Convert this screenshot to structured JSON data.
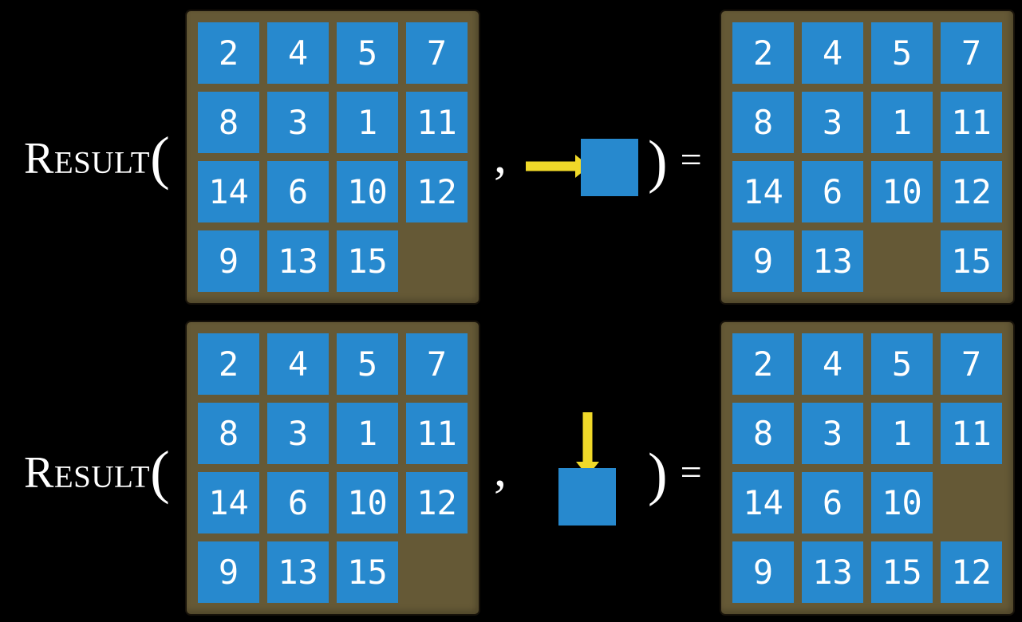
{
  "colors": {
    "background": "#000000",
    "tile_blue": "#2789CE",
    "frame_brown": "#655936",
    "arrow_yellow": "#F0D929",
    "text_white": "#FFFFFF"
  },
  "formula": {
    "function_name": "Result",
    "open_paren": "(",
    "comma": ",",
    "close_paren": ")",
    "equals": "="
  },
  "examples": [
    {
      "action": {
        "direction": "right",
        "icon": "right-arrow-into-tile"
      },
      "input_grid": [
        [
          "2",
          "4",
          "5",
          "7"
        ],
        [
          "8",
          "3",
          "1",
          "11"
        ],
        [
          "14",
          "6",
          "10",
          "12"
        ],
        [
          "9",
          "13",
          "15",
          null
        ]
      ],
      "output_grid": [
        [
          "2",
          "4",
          "5",
          "7"
        ],
        [
          "8",
          "3",
          "1",
          "11"
        ],
        [
          "14",
          "6",
          "10",
          "12"
        ],
        [
          "9",
          "13",
          null,
          "15"
        ]
      ]
    },
    {
      "action": {
        "direction": "down",
        "icon": "down-arrow-into-tile"
      },
      "input_grid": [
        [
          "2",
          "4",
          "5",
          "7"
        ],
        [
          "8",
          "3",
          "1",
          "11"
        ],
        [
          "14",
          "6",
          "10",
          "12"
        ],
        [
          "9",
          "13",
          "15",
          null
        ]
      ],
      "output_grid": [
        [
          "2",
          "4",
          "5",
          "7"
        ],
        [
          "8",
          "3",
          "1",
          "11"
        ],
        [
          "14",
          "6",
          "10",
          null
        ],
        [
          "9",
          "13",
          "15",
          "12"
        ]
      ]
    }
  ]
}
